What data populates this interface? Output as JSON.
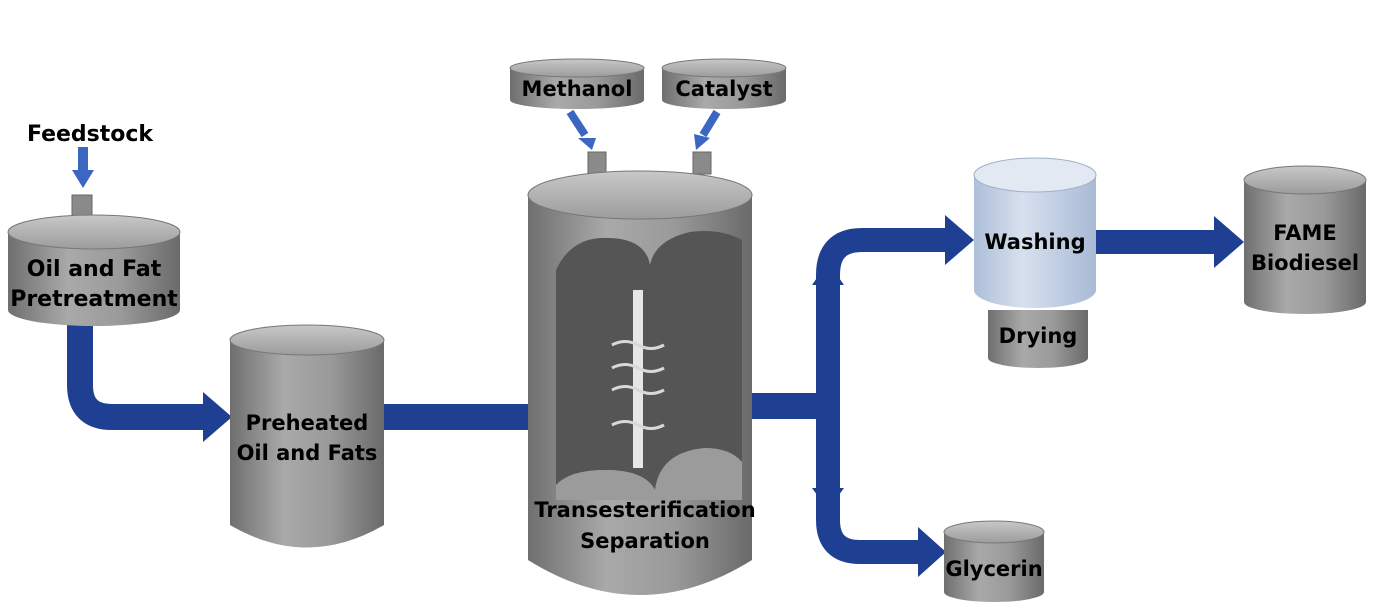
{
  "labels": {
    "feedstock": "Feedstock",
    "pretreatment": [
      "Oil and Fat",
      "Pretreatment"
    ],
    "preheated": [
      "Preheated",
      "Oil and Fats"
    ],
    "methanol": "Methanol",
    "catalyst": "Catalyst",
    "reactor": [
      "Transesterification",
      "Separation"
    ],
    "washing": "Washing",
    "drying": "Drying",
    "fame": [
      "FAME",
      "Biodiesel"
    ],
    "glycerin": "Glycerin"
  },
  "colors": {
    "pipe": "#1f3f93",
    "vessel_gray": "#8e8e8e",
    "washing_fill": "#c9d6ea"
  }
}
